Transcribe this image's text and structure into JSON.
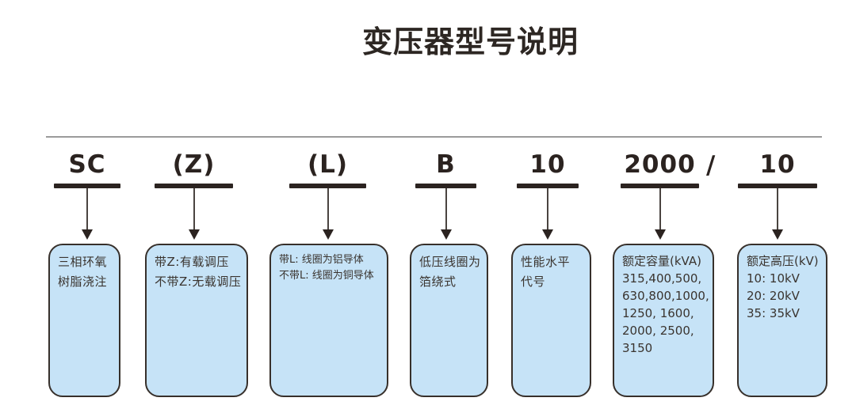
{
  "title": "变压器型号说明",
  "colors": {
    "box_fill": "#c6e3f7",
    "box_border": "#37302b",
    "ink": "#2b2320",
    "rule_gray": "#9b9b9b",
    "box_text": "#3a342f"
  },
  "code": {
    "segments": [
      "SC",
      "(Z)",
      "(L)",
      "B",
      "10",
      "2000",
      "10"
    ],
    "separator": "/"
  },
  "boxes": [
    {
      "for": "SC",
      "lines": [
        "三相环氧",
        "树脂浇注"
      ]
    },
    {
      "for": "(Z)",
      "lines": [
        "带Z:有载调压",
        "不带Z:无载调压"
      ]
    },
    {
      "for": "(L)",
      "lines": [
        "带L: 线圈为铝导体",
        "不带L: 线圈为铜导体"
      ]
    },
    {
      "for": "B",
      "lines": [
        "低压线圈为",
        "箔绕式"
      ]
    },
    {
      "for": "10",
      "lines": [
        "性能水平",
        "代号"
      ]
    },
    {
      "for": "2000",
      "lines": [
        "额定容量(kVA)",
        "315,400,500,",
        "630,800,1000,",
        "1250, 1600,",
        "2000, 2500,",
        "3150"
      ]
    },
    {
      "for": "10",
      "lines": [
        "额定高压(kV)",
        "10: 10kV",
        "20: 20kV",
        "35: 35kV"
      ]
    }
  ]
}
